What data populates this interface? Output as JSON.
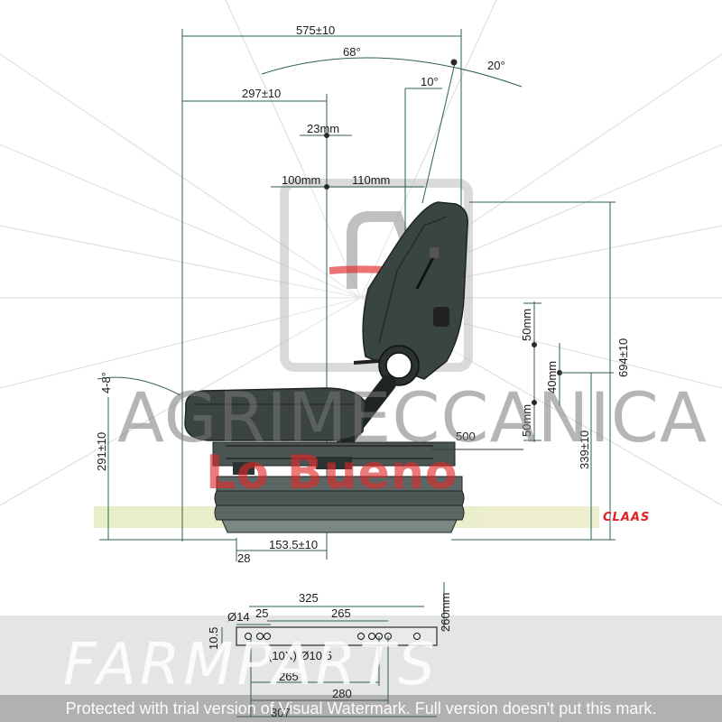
{
  "dimensions": {
    "overall_width": "575±10",
    "backrest_angle": "68°",
    "rear_angle": "20°",
    "forward_angle": "10°",
    "fore_aft": "297±10",
    "lumbar": "23mm",
    "seat_adj_front": "100mm",
    "seat_adj_rear": "110mm",
    "armrest_up": "50mm",
    "armrest_mid": "40mm",
    "armrest_down": "50mm",
    "height_total": "694±10",
    "cushion_tilt": "4-8°",
    "seat_height": "291±10",
    "base_height": "339±10",
    "rail_travel": "500",
    "center_offset": "153.5±10",
    "front_offset": "28",
    "base_length": "325",
    "hole_dia": "Ø14",
    "hole_offset": "25",
    "hole_span": "265",
    "base_depth": "260mm",
    "base_thickness": "10.5",
    "holes_spec": "(10X) Ø10.5",
    "span_265": "265",
    "span_280": "280",
    "span_307": "307"
  },
  "watermarks": {
    "brand": "AGRIMECCANICA",
    "subbrand": "Lo Bueno",
    "claas": "CLAAS",
    "farm": "FARMPARTS",
    "trial_notice": "Protected with trial version of Visual Watermark. Full version doesn't put this mark."
  },
  "colors": {
    "dimension_line": "#2f5f57",
    "seat_fill": "#3a4442",
    "seat_dark": "#1e2524",
    "brand_red": "#e02020"
  }
}
